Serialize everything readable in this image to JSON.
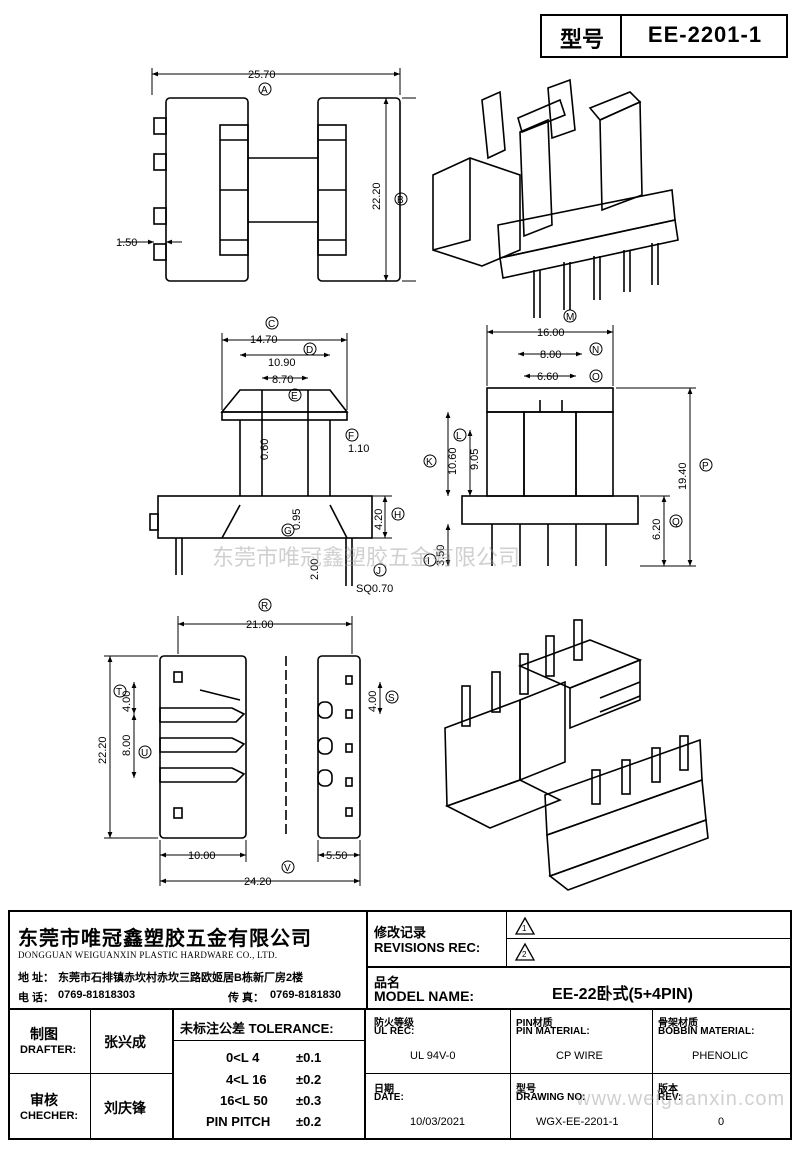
{
  "header": {
    "label": "型号",
    "value": "EE-2201-1"
  },
  "dims": {
    "top_w": "25.70",
    "top_w_tag": "A",
    "top_h": "22.20",
    "top_h_tag": "B",
    "top_pin": "1.50",
    "c": "14.70",
    "c_tag": "C",
    "d": "10.90",
    "d_tag": "D",
    "e": "8.70",
    "e_tag": "E",
    "f": "1.10",
    "f_tag": "F",
    "v060": "0.60",
    "g": "0.95",
    "g_tag": "G",
    "h": "4.20",
    "h_tag": "H",
    "j": "2.00",
    "j_tag": "J",
    "sq": "SQ0.70",
    "m": "16.00",
    "m_tag": "M",
    "n": "8.00",
    "n_tag": "N",
    "o": "6.60",
    "o_tag": "O",
    "l": "10.60",
    "l_tag": "L",
    "k": "9.05",
    "k_tag": "K",
    "p": "19.40",
    "p_tag": "P",
    "q": "6.20",
    "q_tag": "Q",
    "i": "3.50",
    "i_tag": "I",
    "r": "21.00",
    "r_tag": "R",
    "t4": "4.00",
    "t_tag": "T",
    "u8": "8.00",
    "u_tag": "U",
    "left22": "22.20",
    "s4": "4.00",
    "s_tag": "S",
    "b10": "10.00",
    "b55": "5.50",
    "v": "24.20",
    "v_tag": "V"
  },
  "watermark": {
    "center": "东莞市唯冠鑫塑胶五金有限公司",
    "corner": "www.weiguanxin.com"
  },
  "company": {
    "name_cn": "东莞市唯冠鑫塑胶五金有限公司",
    "name_en": "DONGGUAN WEIGUANXIN PLASTIC HARDWARE CO., LTD.",
    "addr_label": "地 址：",
    "addr": "东莞市石排镇赤坎村赤坎三路欧姬居B栋新厂房2楼",
    "tel_label": "电 话：",
    "tel": "0769-81818303",
    "fax_label": "传 真：",
    "fax": "0769-8181830"
  },
  "revisions": {
    "label_cn": "修改记录",
    "label_en": "REVISIONS REC:",
    "r1": "1",
    "r2": "2"
  },
  "model": {
    "label_cn": "品名",
    "label_en": "MODEL NAME:",
    "value": "EE-22卧式(5+4PIN)"
  },
  "drafter": {
    "label_cn": "制图",
    "label_en": "DRAFTER:",
    "name": "张兴成"
  },
  "checker": {
    "label_cn": "审核",
    "label_en": "CHECHER:",
    "name": "刘庆锋"
  },
  "tolerance": {
    "label": "未标注公差 TOLERANCE:",
    "rows": [
      {
        "range": "0<L  4",
        "val": "±0.1"
      },
      {
        "range": "4<L  16",
        "val": "±0.2"
      },
      {
        "range": "16<L  50",
        "val": "±0.3"
      },
      {
        "range": "PIN PITCH",
        "val": "±0.2"
      }
    ]
  },
  "ul": {
    "label_cn": "防火等级",
    "label_en": "UL REC:",
    "value": "UL 94V-0"
  },
  "pin": {
    "label_cn": "PIN材质",
    "label_en": "PIN MATERIAL:",
    "value": "CP WIRE"
  },
  "bobbin": {
    "label_cn": "骨架材质",
    "label_en": "BOBBIN MATERIAL:",
    "value": "PHENOLIC"
  },
  "date": {
    "label_cn": "日期",
    "label_en": "DATE:",
    "value": "10/03/2021"
  },
  "drawing": {
    "label_cn": "型号",
    "label_en": "DRAWING NO:",
    "value": "WGX-EE-2201-1"
  },
  "rev": {
    "label_cn": "版本",
    "label_en": "REV:",
    "value": "0"
  }
}
